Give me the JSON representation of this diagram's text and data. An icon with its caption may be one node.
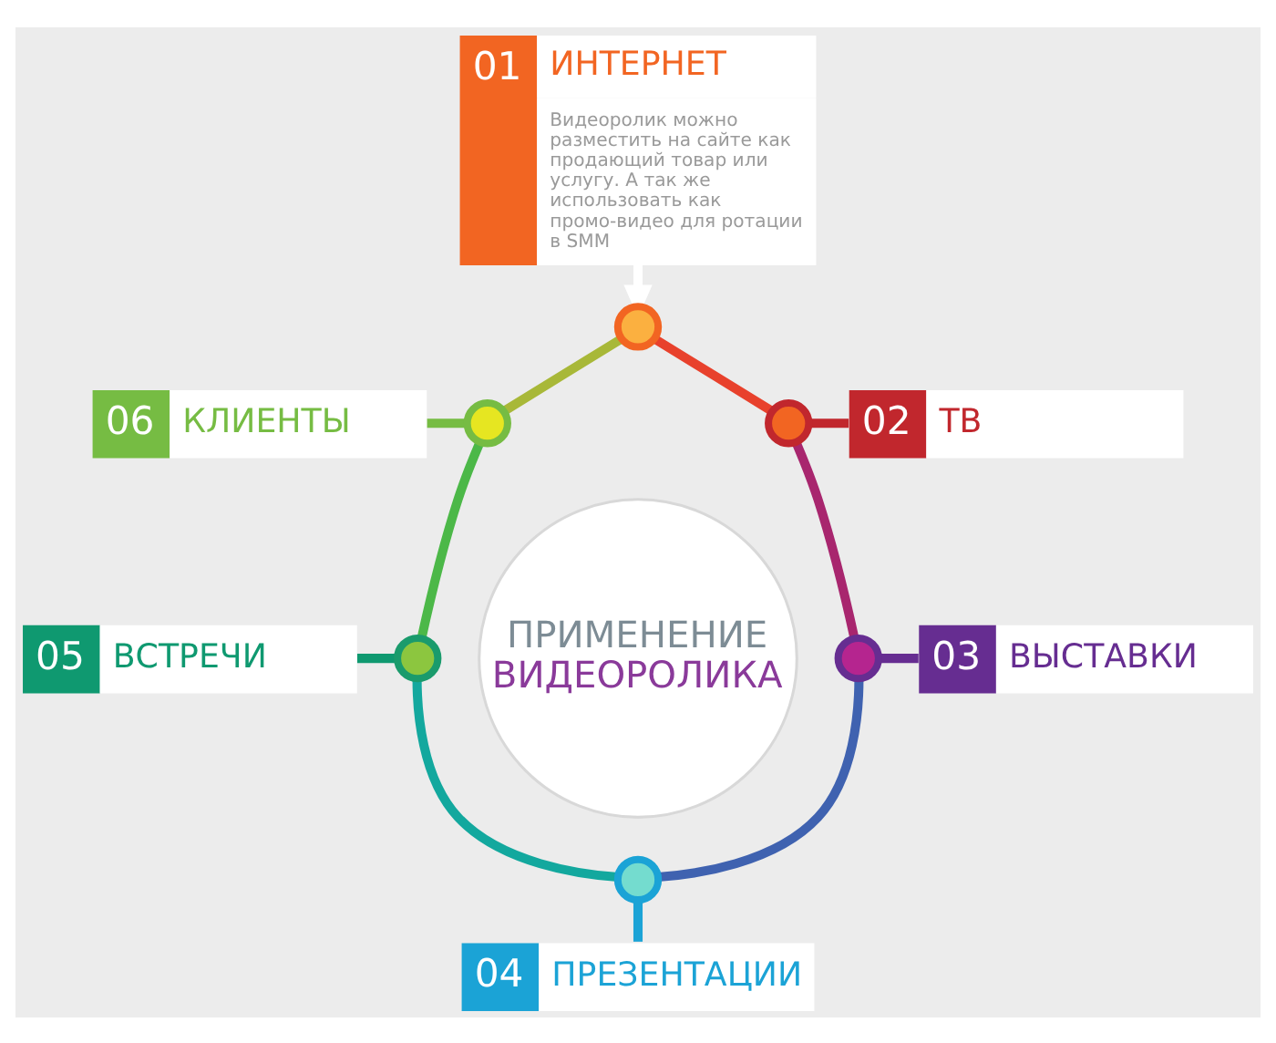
{
  "diagram": {
    "nodes": [
      {
        "text": [
          "01",
          "ИНТЕРНЕТ",
          "Видеоролик можно разместить на сайте как продающий товар или услугу. А так же использовать как промо-видео для ротации в SMM"
        ]
      },
      {
        "text": [],
        "shape": "circle"
      },
      {
        "text": [
          "06",
          "КЛИЕНТЫ"
        ]
      },
      {
        "text": [
          "02",
          "ТВ"
        ]
      },
      {
        "text": [],
        "shape": "circle"
      },
      {
        "text": [],
        "shape": "circle"
      },
      {
        "text": [
          "ПРИМЕНЕНИЕ ВИДЕОРОЛИКА"
        ]
      },
      {
        "text": [],
        "shape": "circle"
      },
      {
        "text": [],
        "shape": "circle"
      },
      {
        "text": [
          "05",
          "ВСТРЕЧИ"
        ]
      },
      {
        "text": [
          "03",
          "ВЫСТАВКИ"
        ]
      },
      {
        "text": [],
        "shape": "circle"
      },
      {
        "text": [
          "04",
          "ПРЕЗЕНТАЦИИ"
        ]
      }
    ],
    "edges": [
      {
        "from": 0,
        "to": 1,
        "arrow": "to",
        "color": "#ffffff"
      },
      {
        "from": 1,
        "to": 4,
        "arrow": "none",
        "color": "#a8b838"
      },
      {
        "from": 4,
        "to": 7,
        "arrow": "none",
        "color": "#4cb848"
      },
      {
        "from": 7,
        "to": 11,
        "arrow": "none",
        "color": "#13a89e"
      },
      {
        "from": 1,
        "to": 5,
        "arrow": "none",
        "color": "#e8412c"
      },
      {
        "from": 5,
        "to": 8,
        "arrow": "none",
        "color": "#a8266e"
      },
      {
        "from": 8,
        "to": 11,
        "arrow": "none",
        "color": "#3f62b0"
      },
      {
        "from": 2,
        "to": 4,
        "arrow": "none",
        "color": "#76bc43"
      },
      {
        "from": 5,
        "to": 3,
        "arrow": "none",
        "color": "#c1272d"
      },
      {
        "from": 9,
        "to": 7,
        "arrow": "none",
        "color": "#0f9970"
      },
      {
        "from": 8,
        "to": 10,
        "arrow": "none",
        "color": "#662d91"
      },
      {
        "from": 11,
        "to": 12,
        "arrow": "none",
        "color": "#1ba3d6"
      }
    ]
  }
}
